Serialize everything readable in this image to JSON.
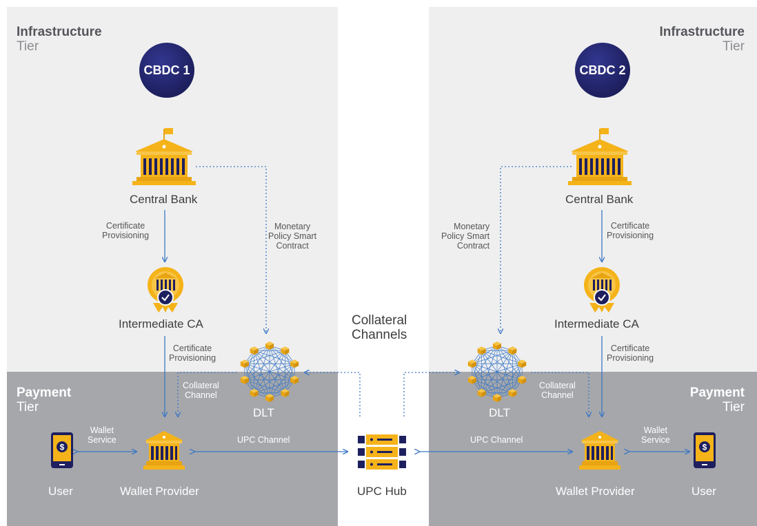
{
  "left": {
    "infra_title": "Infrastructure",
    "infra_sub": "Tier",
    "badge": "CBDC 1",
    "central_bank": "Central Bank",
    "cert_prov_1": "Certificate\nProvisioning",
    "monetary_policy": "Monetary\nPolicy Smart\nContract",
    "intermediate_ca": "Intermediate CA",
    "cert_prov_2": "Certificate\nProvisioning",
    "collateral_channel": "Collateral\nChannel",
    "dlt": "DLT",
    "payment_title": "Payment",
    "payment_sub": "Tier",
    "wallet_service": "Wallet\nService",
    "user": "User",
    "wallet_provider": "Wallet Provider",
    "upc_channel": "UPC Channel"
  },
  "right": {
    "infra_title": "Infrastructure",
    "infra_sub": "Tier",
    "badge": "CBDC 2",
    "central_bank": "Central Bank",
    "cert_prov_1": "Certificate\nProvisioning",
    "monetary_policy": "Monetary\nPolicy Smart\nContract",
    "intermediate_ca": "Intermediate CA",
    "cert_prov_2": "Certificate\nProvisioning",
    "collateral_channel": "Collateral\nChannel",
    "dlt": "DLT",
    "payment_title": "Payment",
    "payment_sub": "Tier",
    "wallet_service": "Wallet\nService",
    "user": "User",
    "wallet_provider": "Wallet Provider",
    "upc_channel": "UPC Channel"
  },
  "center": {
    "collateral_channels": "Collateral\nChannels",
    "upc_hub": "UPC Hub"
  },
  "colors": {
    "infra_bg": "#efeff0",
    "payment_bg": "#a6a7ab",
    "arrow": "#3b78c4",
    "gold": "#f5b31a",
    "navy": "#1d1f5e"
  },
  "icons": {
    "central_bank": "bank-building-with-flag-icon",
    "intermediate_ca": "certificate-bank-icon",
    "dlt": "distributed-ledger-network-icon",
    "wallet_provider": "bank-icon",
    "user": "mobile-wallet-icon",
    "upc_hub": "server-stack-icon"
  }
}
